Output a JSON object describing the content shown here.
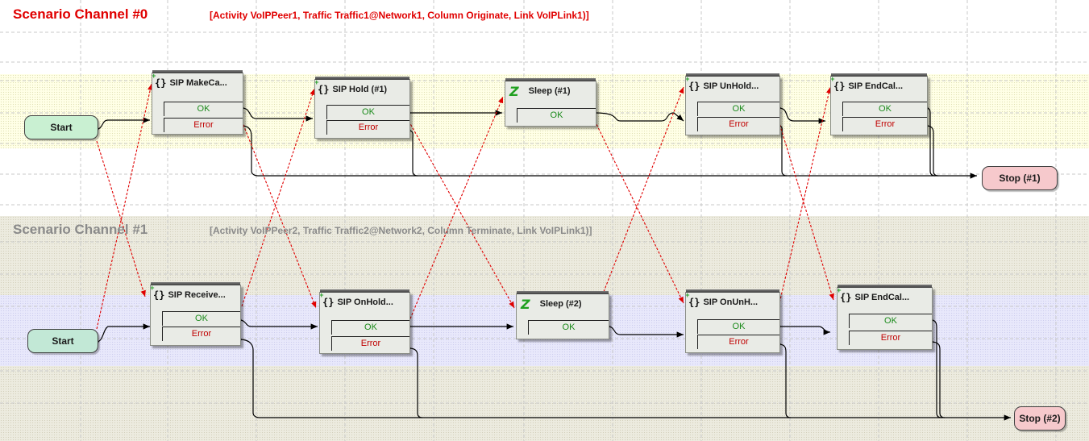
{
  "colors": {
    "channel0_title": "#e00000",
    "channel1_title": "#8a8a8a",
    "ok_text": "#1a8a1a",
    "error_text": "#c00000",
    "start_fill": "#c9f0d2",
    "stop_fill": "#f6c9cc",
    "flow_line": "#000000",
    "sync_line": "#e00000"
  },
  "channels": [
    {
      "title": "Scenario Channel #0",
      "subtitle": "[Activity VoIPPeer1, Traffic Traffic1@Network1, Column Originate, Link VoIPLink1)]",
      "start_label": "Start",
      "stop_label": "Stop (#1)",
      "nodes": [
        {
          "label": "SIP MakeCa...",
          "icon": "sip-brace-icon",
          "ok": "OK",
          "error": "Error"
        },
        {
          "label": "SIP Hold (#1)",
          "icon": "sip-brace-icon",
          "ok": "OK",
          "error": "Error"
        },
        {
          "label": "Sleep (#1)",
          "icon": "sleep-z-icon",
          "ok": "OK"
        },
        {
          "label": "SIP UnHold...",
          "icon": "sip-brace-icon",
          "ok": "OK",
          "error": "Error"
        },
        {
          "label": "SIP EndCal...",
          "icon": "sip-brace-icon",
          "ok": "OK",
          "error": "Error"
        }
      ]
    },
    {
      "title": "Scenario Channel #1",
      "subtitle": "[Activity VoIPPeer2, Traffic Traffic2@Network2, Column Terminate, Link VoIPLink1)]",
      "start_label": "Start",
      "stop_label": "Stop (#2)",
      "nodes": [
        {
          "label": "SIP Receive...",
          "icon": "sip-brace-icon",
          "ok": "OK",
          "error": "Error"
        },
        {
          "label": "SIP OnHold...",
          "icon": "sip-brace-icon",
          "ok": "OK",
          "error": "Error"
        },
        {
          "label": "Sleep (#2)",
          "icon": "sleep-z-icon",
          "ok": "OK"
        },
        {
          "label": "SIP OnUnH...",
          "icon": "sip-brace-icon",
          "ok": "OK",
          "error": "Error"
        },
        {
          "label": "SIP EndCal...",
          "icon": "sip-brace-icon",
          "ok": "OK",
          "error": "Error"
        }
      ]
    }
  ]
}
